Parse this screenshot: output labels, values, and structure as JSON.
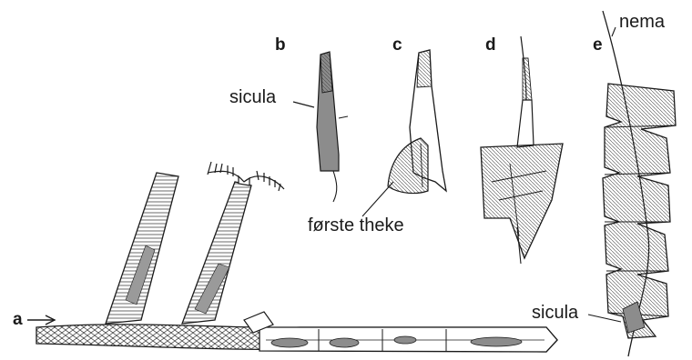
{
  "panels": {
    "a": "a",
    "b": "b",
    "c": "c",
    "d": "d",
    "e": "e"
  },
  "labels": {
    "sicula_b": "sicula",
    "forste_theke": "første theke",
    "nema": "nema",
    "sicula_e": "sicula"
  },
  "colors": {
    "ink": "#1a1a1a",
    "shade": "#8c8c8c",
    "light_shade": "#c7c7c7",
    "background": "#ffffff"
  }
}
